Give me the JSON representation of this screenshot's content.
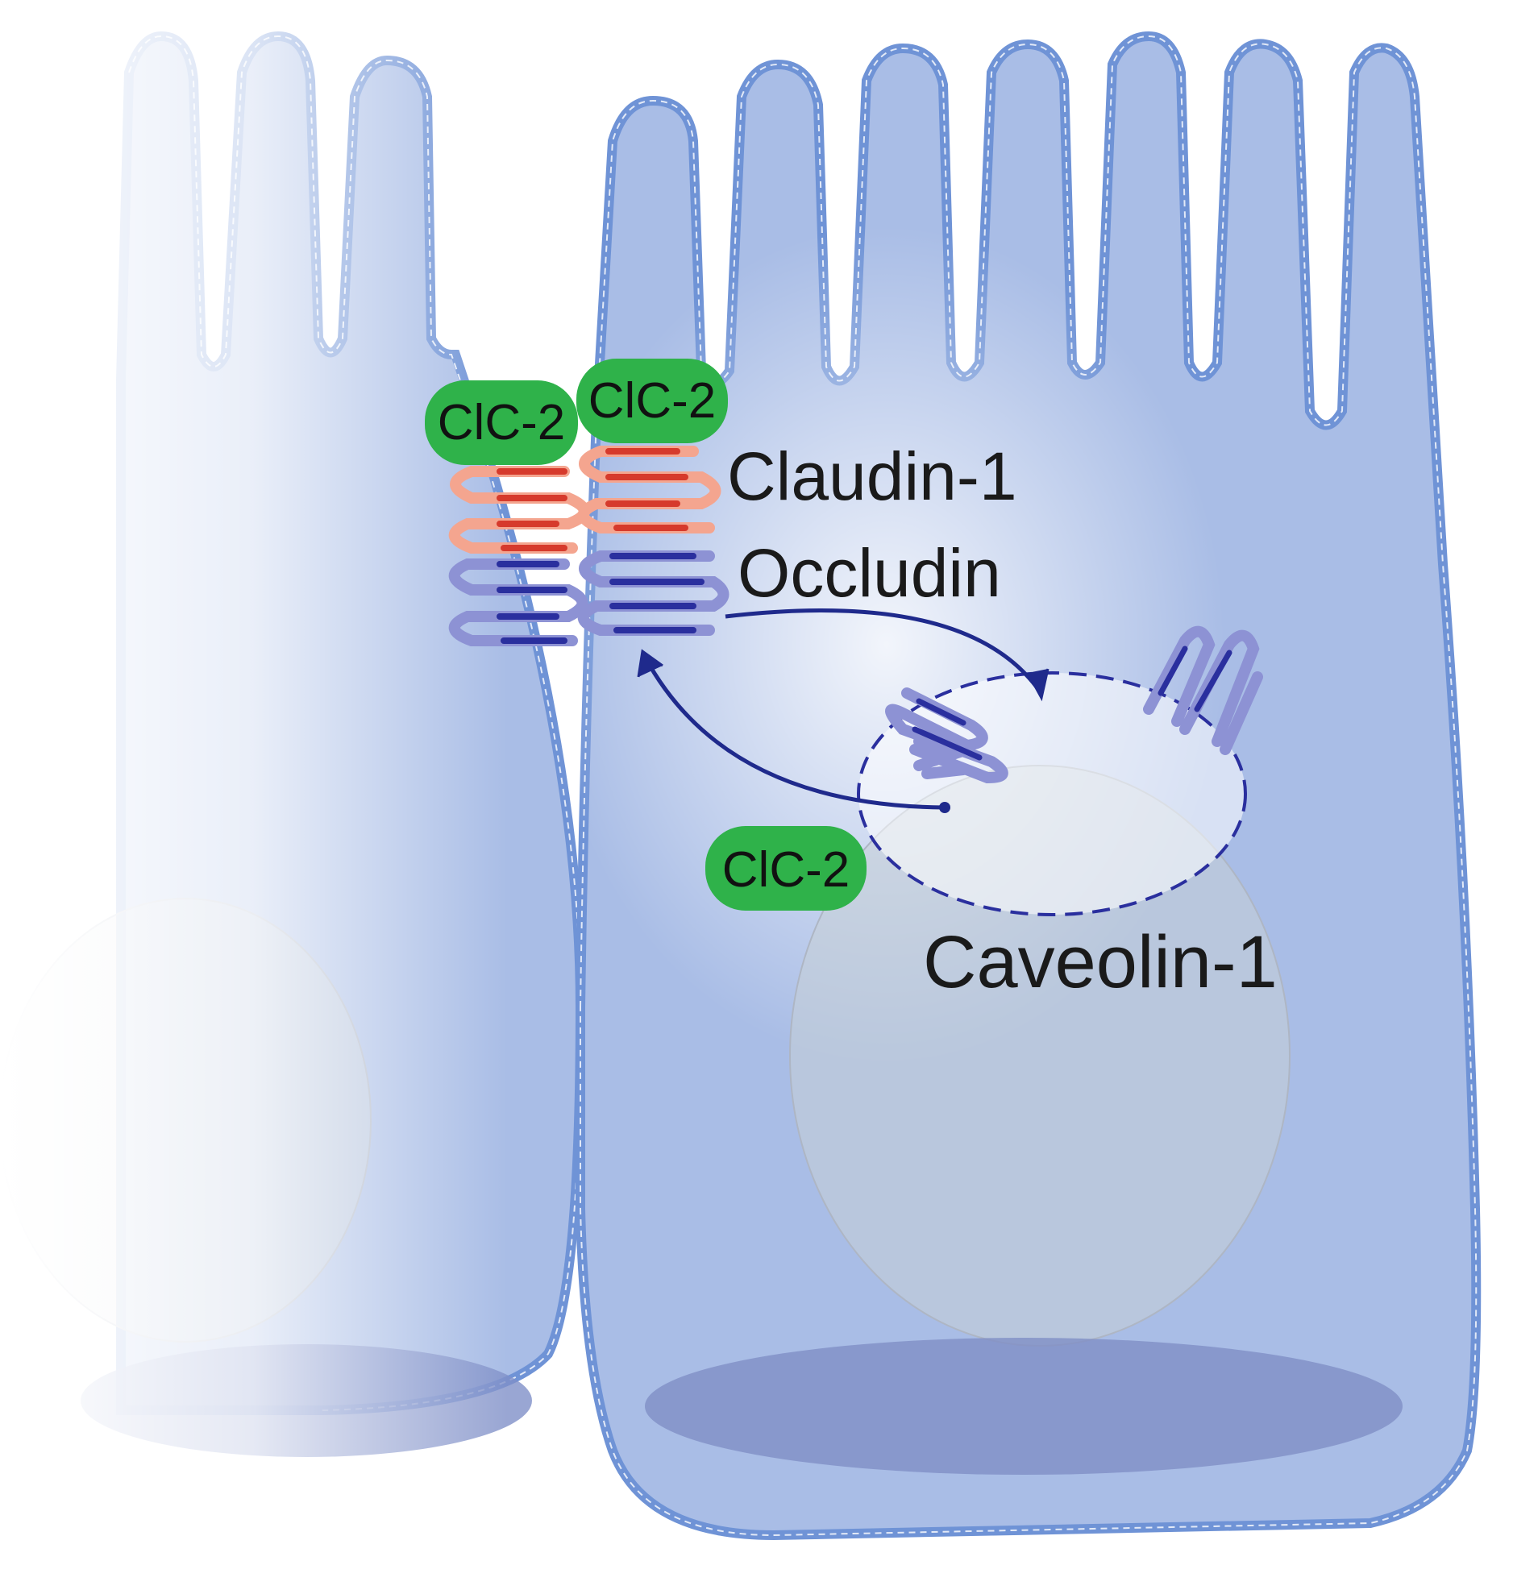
{
  "labels": {
    "claudin": "Claudin-1",
    "occludin": "Occludin",
    "caveolin": "Caveolin-1",
    "clc2_left": "ClC-2",
    "clc2_right": "ClC-2",
    "clc2_cytoplasm": "ClC-2"
  },
  "colors": {
    "cell_fill": "#a9bde6",
    "membrane": "#6f93d6",
    "membrane_dash": "#ffffff",
    "nucleus": "#c7cfd6",
    "basal_pad": "#8090c8",
    "clc2_badge": "#2fb24a",
    "claudin": "#d63a2c",
    "claudin_light": "#f4a58f",
    "occludin": "#2a2f9e",
    "occludin_light": "#8d92d4",
    "arrow": "#1f2a8c",
    "text": "#1a1a1a"
  }
}
